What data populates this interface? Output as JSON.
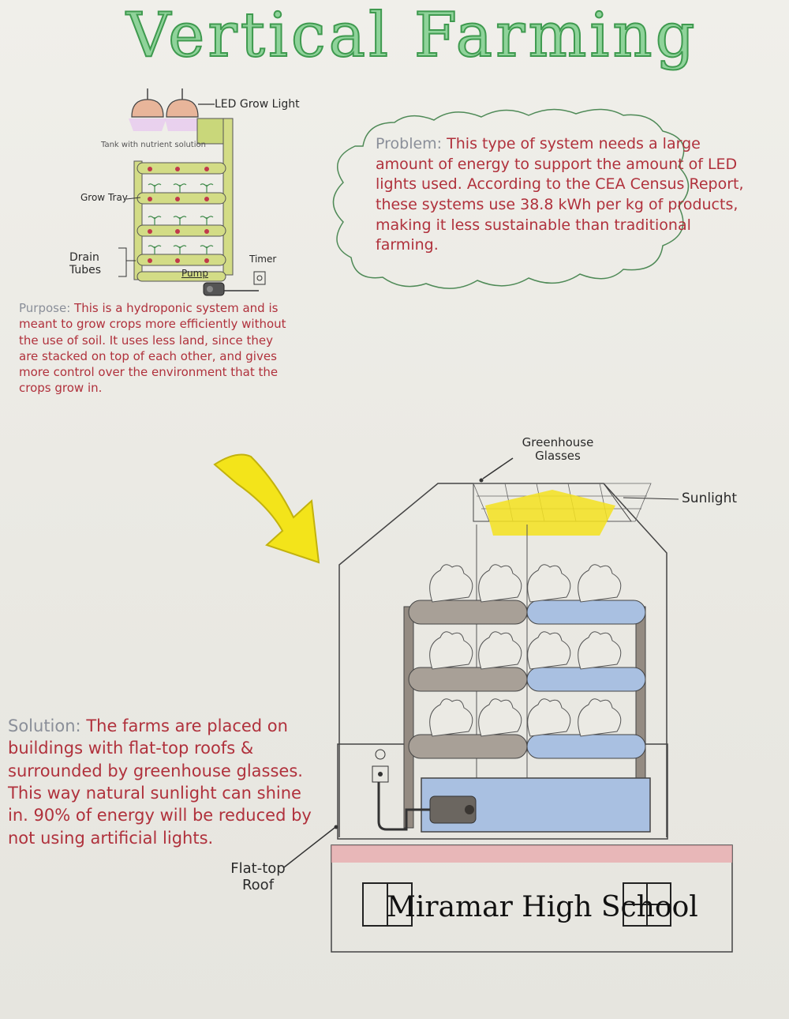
{
  "title": "Vertical Farming",
  "diagram_labels": {
    "led_grow_light": "LED Grow Light",
    "tank": "Tank with nutrient solution",
    "grow_tray": "Grow Tray",
    "drain_tubes": "Drain Tubes",
    "timer": "Timer",
    "pump": "Pump"
  },
  "problem": {
    "lead": "Problem:",
    "text": "This type of system needs a large amount of energy to support the amount of LED lights used. According to the CEA Census Report, these systems use 38.8 kWh per kg of products, making it less sustainable than traditional farming."
  },
  "purpose": {
    "lead": "Purpose:",
    "text": "This is a hydroponic system and is meant to grow crops more efficiently without the use of soil. It uses less land, since they are stacked on top of each other, and gives more control over the environment that the crops grow in."
  },
  "solution": {
    "lead": "Solution:",
    "text": "The farms are placed on buildings with flat-top roofs & surrounded by greenhouse glasses. This way natural sunlight can shine in. 90% of energy will be reduced by not using artificial lights."
  },
  "greenhouse_labels": {
    "greenhouse_glasses": "Greenhouse Glasses",
    "sunlight": "Sunlight",
    "flat_top_roof": "Flat-top Roof"
  },
  "building_sign": "Miramar High School",
  "colors": {
    "title": "#8fd39a",
    "text_red": "#b0313c",
    "arrow_yellow": "#f3e41a",
    "water_blue": "#9fb8dd",
    "tray_gray": "#9a948c",
    "roof_pink": "#e8a7ab"
  }
}
